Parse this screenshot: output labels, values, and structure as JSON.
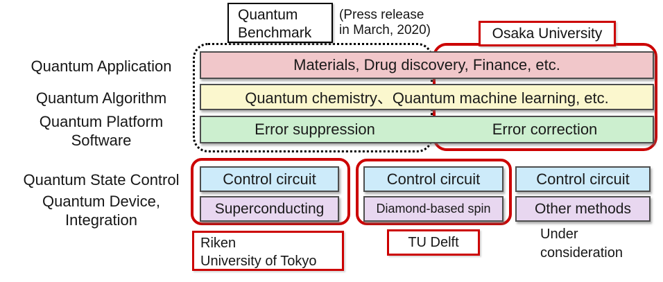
{
  "title_area": {
    "benchmark_label": "Quantum\nBenchmark",
    "press_release_note": "(Press release\nin March, 2020)",
    "osaka_university_label": "Osaka University"
  },
  "left_labels": [
    {
      "text": "Quantum Application"
    },
    {
      "text": "Quantum Algorithm"
    },
    {
      "text": "Quantum Platform\nSoftware"
    },
    {
      "text": "Quantum State Control"
    },
    {
      "text": "Quantum Device,\nIntegration"
    }
  ],
  "software_stack": {
    "application_bar": "Materials, Drug discovery, Finance, etc.",
    "algorithm_bar": "Quantum chemistry、Quantum machine learning, etc.",
    "platform_bar_left": "Error suppression",
    "platform_bar_right": "Error correction"
  },
  "hardware_columns": [
    {
      "control": "Control circuit",
      "device": "Superconducting",
      "caption": "Riken\nUniversity of Tokyo"
    },
    {
      "control": "Control circuit",
      "device": "Diamond-based spin",
      "caption": "TU Delft"
    },
    {
      "control": "Control circuit",
      "device": "Other methods",
      "caption": "Under\nconsideration"
    }
  ],
  "colors": {
    "accent_red": "#cc0000",
    "application_pink": "#f1c7ca",
    "algorithm_yellow": "#fbf7ce",
    "platform_green": "#ccefcf",
    "control_blue": "#cdebfa",
    "device_purple": "#e8d7f0"
  }
}
